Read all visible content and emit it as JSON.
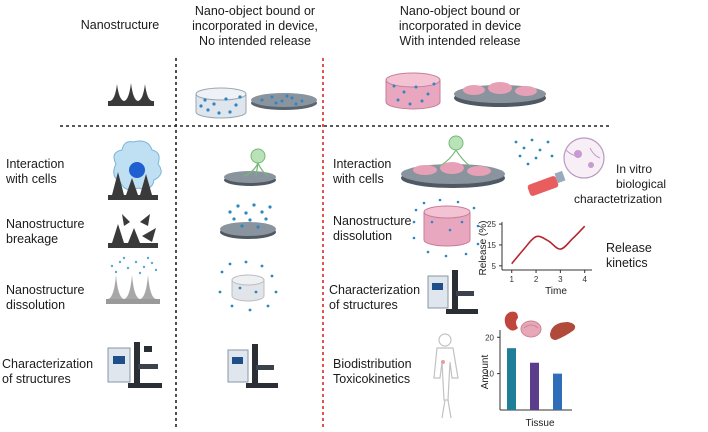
{
  "headers": {
    "col1": "Nanostructure",
    "col2": [
      "Nano-object bound or",
      "incorporated in device,",
      "No intended release"
    ],
    "col3": [
      "Nano-object bound or",
      "incorporated in device",
      "With intended release"
    ]
  },
  "left_labels": {
    "interaction": [
      "Interaction",
      "with cells"
    ],
    "breakage": [
      "Nanostructure",
      "breakage"
    ],
    "dissolution": [
      "Nanostructure",
      "dissolution"
    ],
    "characterization": [
      "Characterization",
      "of structures"
    ]
  },
  "right_labels": {
    "interaction": [
      "Interaction",
      "with cells"
    ],
    "dissolution": [
      "Nanostructure",
      "dissolution"
    ],
    "characterization": [
      "Characterization",
      "of structures"
    ],
    "biodistribution": [
      "Biodistribution",
      "Toxicokinetics"
    ],
    "in_vitro": [
      "In vitro",
      "biological",
      "charactetrization"
    ],
    "release_kinetics": [
      "Release",
      "kinetics"
    ]
  },
  "chart_data": [
    {
      "type": "line",
      "x": [
        1,
        1.5,
        2,
        2.5,
        3,
        3.5,
        4
      ],
      "y": [
        6,
        13,
        19,
        17,
        13,
        18,
        24
      ],
      "xlabel": "Time",
      "ylabel": "Release (%)",
      "xticks": [
        "1",
        "2",
        "3",
        "4"
      ],
      "yticks": [
        "5",
        "15",
        "25"
      ],
      "xlim": [
        0.6,
        4.3
      ],
      "ylim": [
        3,
        26
      ]
    },
    {
      "type": "bar",
      "categories": [
        "kidney",
        "brain",
        "liver"
      ],
      "values": [
        17,
        13,
        10
      ],
      "colors": [
        "#1f7f99",
        "#5c3d8c",
        "#2f6db8"
      ],
      "xlabel": "Tissue",
      "ylabel": "Amount",
      "yticks": [
        "10",
        "20"
      ],
      "ylim": [
        0,
        22
      ]
    }
  ]
}
